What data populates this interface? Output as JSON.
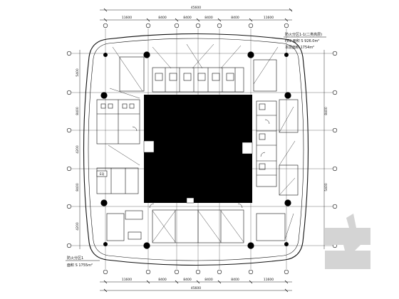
{
  "drawing": {
    "top_dims": {
      "total": "45600",
      "segments": [
        "11600",
        "8400",
        "8400",
        "8400",
        "8400",
        "11600"
      ]
    },
    "bottom_dims": {
      "total": "45600",
      "segments": [
        "11600",
        "8400",
        "8400",
        "8400",
        "8400",
        "11600"
      ]
    },
    "side_dims": [
      "5400",
      "8400",
      "4200",
      "8400",
      "4200",
      "8400",
      "5400"
    ],
    "zone_note_top": {
      "line1": "防火分区1-1(二类高层)",
      "line2": "FE2 面积 S 926.0m²",
      "line3": "本层面积 1754m²"
    },
    "zone_note_bottom": {
      "line1": "防火分区1",
      "line2": "面积 S 1755m²"
    },
    "room_tag": "EQ"
  },
  "colors": {
    "line": "#111111",
    "core_fill": "#000000",
    "watermark": "#d4d4d4"
  }
}
